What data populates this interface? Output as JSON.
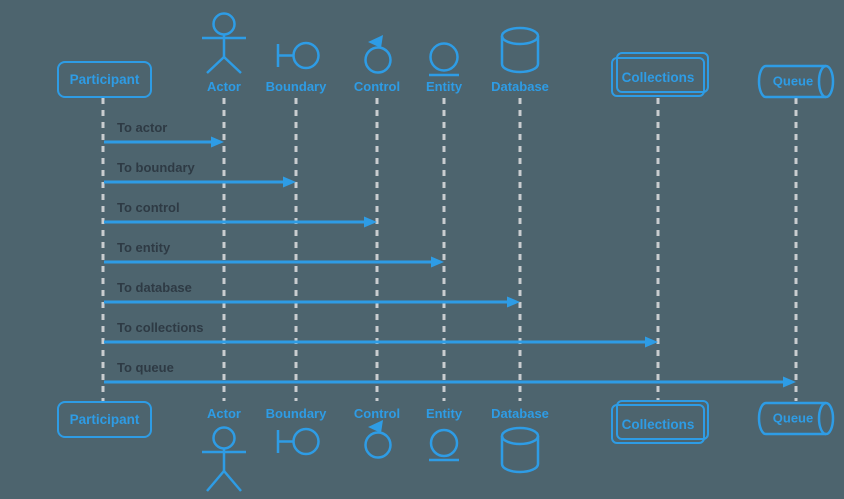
{
  "diagram": {
    "title": "sequence-diagram-participant-types",
    "colors": {
      "background": "#4d646e",
      "accent_blue": "#2e9ce5",
      "message_text": "#2e3a44",
      "lifeline_gray": "#c9cdd0"
    },
    "participants": [
      {
        "label": "Participant",
        "type": "participant",
        "icon": "rounded-box"
      },
      {
        "label": "Actor",
        "type": "actor",
        "icon": "stick-figure-icon"
      },
      {
        "label": "Boundary",
        "type": "boundary",
        "icon": "boundary-icon"
      },
      {
        "label": "Control",
        "type": "control",
        "icon": "control-rotation-icon"
      },
      {
        "label": "Entity",
        "type": "entity",
        "icon": "entity-circle-underline-icon"
      },
      {
        "label": "Database",
        "type": "database",
        "icon": "database-cylinder-icon"
      },
      {
        "label": "Collections",
        "type": "collections",
        "icon": "stacked-box"
      },
      {
        "label": "Queue",
        "type": "queue",
        "icon": "horizontal-cylinder"
      }
    ],
    "messages": [
      {
        "label": "To actor",
        "from": "Participant",
        "to": "Actor"
      },
      {
        "label": "To boundary",
        "from": "Participant",
        "to": "Boundary"
      },
      {
        "label": "To control",
        "from": "Participant",
        "to": "Control"
      },
      {
        "label": "To entity",
        "from": "Participant",
        "to": "Entity"
      },
      {
        "label": "To database",
        "from": "Participant",
        "to": "Database"
      },
      {
        "label": "To collections",
        "from": "Participant",
        "to": "Collections"
      },
      {
        "label": "To queue",
        "from": "Participant",
        "to": "Queue"
      }
    ]
  }
}
